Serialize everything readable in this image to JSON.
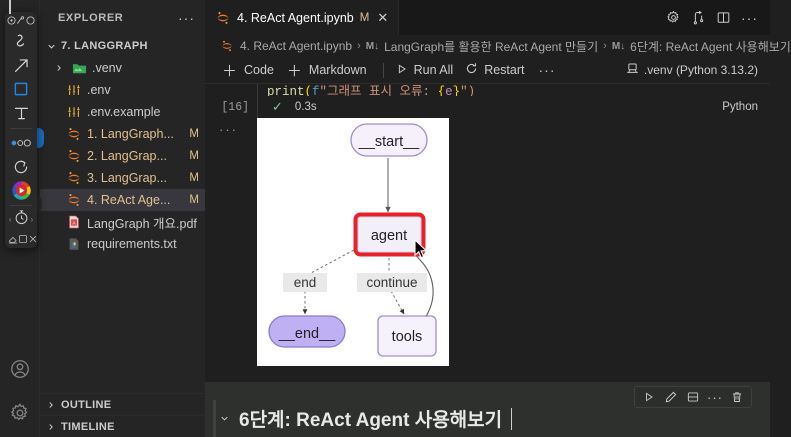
{
  "activity_bar": {
    "bottom_icons": [
      {
        "name": "accounts-icon",
        "label": "Accounts"
      },
      {
        "name": "manage-gear-icon",
        "label": "Manage"
      }
    ]
  },
  "sidebar": {
    "title": "EXPLORER",
    "more_actions": "···",
    "folder": "7. LANGGRAPH",
    "files": [
      {
        "name": ".venv",
        "icon": "folder-venv-icon",
        "modified": "",
        "indent": 2,
        "expandable": true,
        "selected": false
      },
      {
        "name": ".env",
        "icon": "settings-file-icon",
        "modified": "",
        "indent": 2,
        "expandable": false,
        "selected": false
      },
      {
        "name": ".env.example",
        "icon": "settings-file-icon",
        "modified": "",
        "indent": 2,
        "expandable": false,
        "selected": false
      },
      {
        "name": "1. LangGraph...",
        "icon": "jupyter-icon",
        "modified": "M",
        "indent": 2,
        "expandable": false,
        "selected": false
      },
      {
        "name": "2. LangGrap...",
        "icon": "jupyter-icon",
        "modified": "M",
        "indent": 2,
        "expandable": false,
        "selected": false
      },
      {
        "name": "3. LangGrap...",
        "icon": "jupyter-icon",
        "modified": "M",
        "indent": 2,
        "expandable": false,
        "selected": false
      },
      {
        "name": "4. ReAct Age...",
        "icon": "jupyter-icon",
        "modified": "M",
        "indent": 2,
        "expandable": false,
        "selected": true
      },
      {
        "name": "LangGraph 개요.pdf",
        "icon": "pdf-icon",
        "modified": "",
        "indent": 2,
        "expandable": false,
        "selected": false
      },
      {
        "name": "requirements.txt",
        "icon": "python-req-icon",
        "modified": "",
        "indent": 2,
        "expandable": false,
        "selected": false
      }
    ],
    "bottom_panels": [
      {
        "label": "OUTLINE"
      },
      {
        "label": "TIMELINE"
      }
    ]
  },
  "editor": {
    "tab": {
      "title": "4. ReAct Agent.ipynb",
      "modified_flag": "M",
      "close": "✕",
      "icon": "jupyter-icon"
    },
    "tab_actions": [
      {
        "name": "settings-gear-icon"
      },
      {
        "name": "diff-editor-icon"
      },
      {
        "name": "split-editor-icon"
      },
      {
        "name": "more-actions-icon",
        "label": "···"
      }
    ],
    "breadcrumbs": [
      {
        "text": "4. ReAct Agent.ipynb",
        "icon": "jupyter-icon"
      },
      {
        "text": "LangGraph를 활용한 ReAct Agent 만들기",
        "icon": "markdown-icon"
      },
      {
        "text": "6단계: ReAct Agent 사용해보기",
        "icon": "markdown-icon"
      }
    ],
    "breadcrumb_separator": "›",
    "toolbar": {
      "add_code": "Code",
      "add_markdown": "Markdown",
      "run_all": "Run All",
      "restart": "Restart",
      "more": "···",
      "kernel": ".venv (Python 3.13.2)"
    }
  },
  "cell": {
    "clipped_code": {
      "fn": "print",
      "paren_open": "(",
      "f": "f",
      "string": "\"그래프 표시 오류: ",
      "brace_open": "{",
      "var": "e",
      "brace_close": "}",
      "string_end": "\")"
    },
    "execution_count": "[16]",
    "status_check": "✓",
    "duration": "0.3s",
    "language": "Python",
    "output_collapse_dots": "···"
  },
  "graph": {
    "nodes": [
      {
        "id": "start",
        "label": "__start__",
        "shape": "pill",
        "fill": "#f5f0fb",
        "stroke": "#a18ad0"
      },
      {
        "id": "agent",
        "label": "agent",
        "shape": "rect",
        "fill": "#f2eff8",
        "stroke": "#e8202a",
        "highlighted": true
      },
      {
        "id": "end",
        "label": "__end__",
        "shape": "pill",
        "fill": "#bfb0f3",
        "stroke": "#8b7ad0"
      },
      {
        "id": "tools",
        "label": "tools",
        "shape": "rect",
        "fill": "#f6f2fb",
        "stroke": "#a18ad0"
      }
    ],
    "edges": [
      {
        "from": "start",
        "to": "agent",
        "label": "",
        "style": "solid"
      },
      {
        "from": "agent",
        "to": "end",
        "label": "end",
        "style": "dashed"
      },
      {
        "from": "agent",
        "to": "tools",
        "label": "continue",
        "style": "dashed"
      },
      {
        "from": "tools",
        "to": "agent",
        "label": "",
        "style": "solid"
      }
    ]
  },
  "markdown_cell": {
    "fold": "⌄",
    "heading": "6단계: ReAct Agent 사용해보기",
    "toolbar": [
      {
        "name": "run-cell-icon"
      },
      {
        "name": "edit-cell-icon"
      },
      {
        "name": "split-cell-icon"
      },
      {
        "name": "more-cell-actions-icon"
      },
      {
        "name": "delete-cell-icon"
      }
    ]
  },
  "annotation_toolbar": {
    "header_icons": [
      {
        "name": "record-target-icon"
      },
      {
        "name": "pointer-pen-icon"
      },
      {
        "name": "circle-icon"
      }
    ],
    "tools": [
      {
        "name": "freehand-draw-icon"
      },
      {
        "name": "arrow-tool-icon"
      },
      {
        "name": "rectangle-tool-icon",
        "active": true
      },
      {
        "name": "text-tool-icon"
      },
      {
        "name": "bullet-size-icon"
      },
      {
        "name": "undo-rotate-icon"
      },
      {
        "name": "color-wheel-icon"
      }
    ],
    "timer": {
      "name": "stopwatch-icon",
      "prev": "‹",
      "next": "›"
    },
    "footer_icons": [
      {
        "name": "eraser-icon"
      },
      {
        "name": "screenshot-icon"
      },
      {
        "name": "close-icon"
      }
    ]
  }
}
